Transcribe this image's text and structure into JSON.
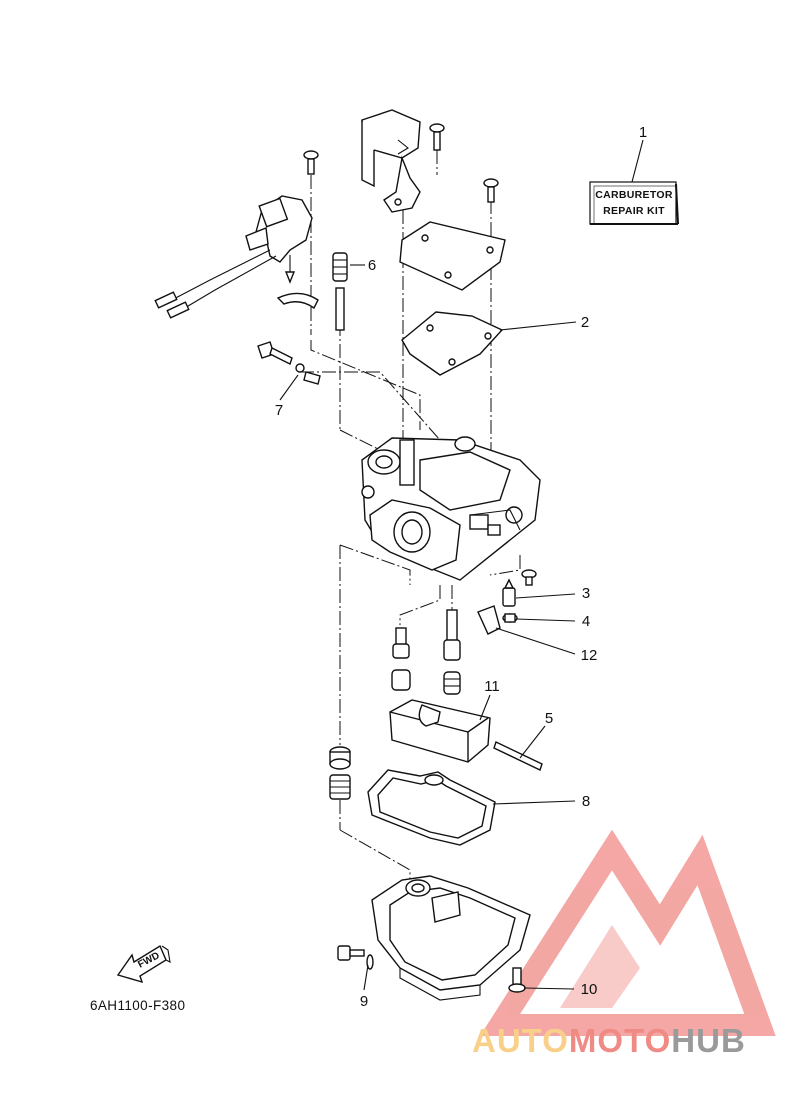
{
  "diagram": {
    "drawing_code": "6AH1100-F380",
    "kit_label_line1": "CARBURETOR",
    "kit_label_line2": "REPAIR KIT",
    "fwd_label": "FWD",
    "callouts": [
      {
        "id": "1",
        "label": "1"
      },
      {
        "id": "2",
        "label": "2"
      },
      {
        "id": "3",
        "label": "3"
      },
      {
        "id": "4",
        "label": "4"
      },
      {
        "id": "5",
        "label": "5"
      },
      {
        "id": "6",
        "label": "6"
      },
      {
        "id": "7",
        "label": "7"
      },
      {
        "id": "8",
        "label": "8"
      },
      {
        "id": "9",
        "label": "9"
      },
      {
        "id": "10",
        "label": "10"
      },
      {
        "id": "11",
        "label": "11"
      },
      {
        "id": "12",
        "label": "12"
      }
    ]
  },
  "watermark": {
    "part1": "AUTO",
    "part2": "MOTO",
    "part3": "HUB",
    "color_light": "#f9d08a",
    "color_red": "#f08a85",
    "color_gray": "#9a9a9a"
  }
}
